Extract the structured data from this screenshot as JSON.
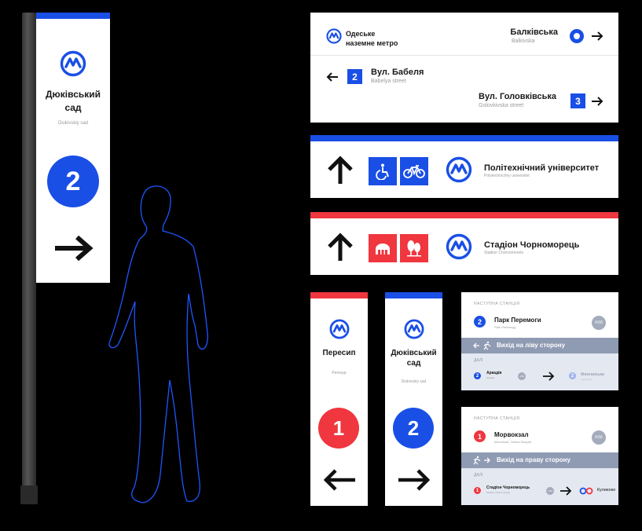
{
  "colors": {
    "blue": "#1a4fe6",
    "red": "#f0363e",
    "background": "#000000",
    "exit_bar": "#8f9bb3",
    "panel": "#e3e8f1"
  },
  "pole_banner": {
    "station": "Дюківський сад",
    "station_latin": "Diukivskiy sad",
    "line": "2",
    "icons": [
      "metro-logo-icon",
      "arrow-right-icon"
    ]
  },
  "top_sign": {
    "brand_line1": "Одеське",
    "brand_line2": "наземне метро",
    "station": "Балківська",
    "station_latin": "Balkivska",
    "left_street": "Вул. Бабеля",
    "left_street_latin": "Babelya street",
    "left_line": "2",
    "right_street": "Вул. Головківська",
    "right_street_latin": "Golovkivska street",
    "right_line": "3"
  },
  "sign_blue": {
    "station": "Політехнічний університет",
    "station_latin": "Polytechnichny universitet",
    "icons": [
      "arrow-up-icon",
      "wheelchair-icon",
      "bicycle-icon",
      "metro-logo-icon"
    ]
  },
  "sign_red": {
    "station": "Стадіон Чорноморець",
    "station_latin": "Stadion Chornomorets",
    "icons": [
      "arrow-up-icon",
      "stadium-icon",
      "trees-icon",
      "metro-logo-icon"
    ]
  },
  "small_red": {
    "station": "Пересип",
    "station_latin": "Peresyp",
    "line": "1"
  },
  "small_blue": {
    "station_line1": "Дюківський",
    "station_line2": "сад",
    "station_latin": "Diukivskiy sad",
    "line": "2"
  },
  "screen1": {
    "next_label": "НАСТУПНА СТАНЦІЯ",
    "line": "2",
    "station": "Парк Перемоги",
    "station_latin": "Park Peremogy",
    "time": "4:56",
    "exit": "Вихід на ліву сторону",
    "then_label": "ДАЛІ",
    "from_line": "2",
    "from_station": "Аркадія",
    "from_latin": "Arkadia",
    "from_time": "4:56",
    "to_line": "2",
    "to_station": "Фонтанська",
    "to_latin": "Fontanska"
  },
  "screen2": {
    "next_label": "НАСТУПНА СТАНЦІЯ",
    "line": "1",
    "station": "Морвокзал",
    "station_latin": "Morvokzal, Odesa Seaport",
    "time": "4:56",
    "exit": "Вихід на праву сторону",
    "then_label": "ДАЛІ",
    "from_line": "1",
    "from_station": "Стадіон Чорноморець",
    "from_latin": "Stadion Chornomorets",
    "from_time": "4:56",
    "to_station": "Куликове"
  }
}
